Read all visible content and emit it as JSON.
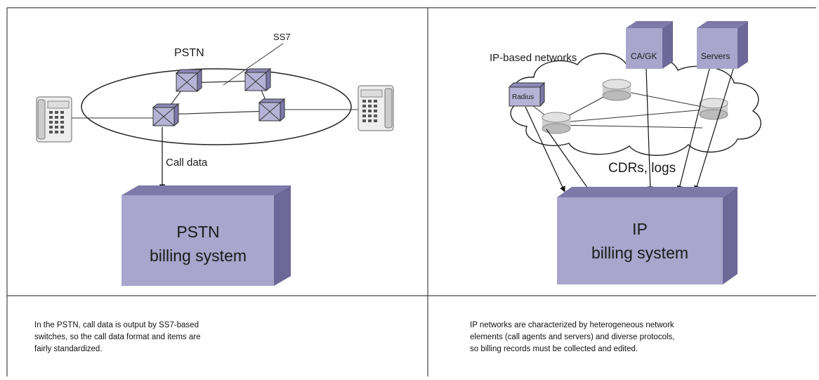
{
  "left_panel": {
    "network_label": "PSTN",
    "protocol_label": "SS7",
    "call_data_label": "Call data",
    "billing_line1": "PSTN",
    "billing_line2": "billing system",
    "caption_lines": [
      "In the PSTN, call data is output by SS7-based",
      "switches, so the call data format and items are",
      "fairly standardized."
    ]
  },
  "right_panel": {
    "network_label": "IP-based networks",
    "server1_label": "CA/GK",
    "server2_label": "Servers",
    "radius_label": "Radius",
    "records_label": "CDRs, logs",
    "billing_line1": "IP",
    "billing_line2": "billing system",
    "caption_lines": [
      "IP networks are characterized by heterogeneous network",
      "elements (call agents and servers) and diverse protocols,",
      "so billing records must be collected and edited."
    ]
  },
  "colors": {
    "box_front": "#a9a5cc",
    "box_top": "#7e79a8",
    "box_side": "#6d6898",
    "switch_fill": "#b7b3d6",
    "router_fill": "#d6d6d6",
    "border": "#555555"
  }
}
